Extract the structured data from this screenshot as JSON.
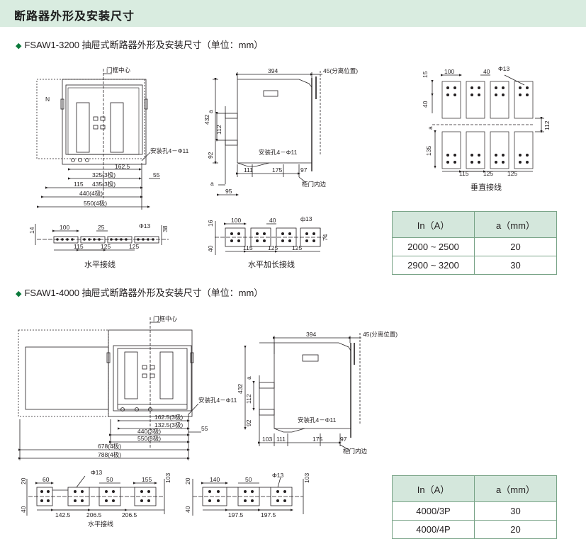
{
  "header": {
    "title": "断路器外形及安装尺寸"
  },
  "section1": {
    "title": "FSAW1-3200 抽屉式断路器外形及安装尺寸（单位：mm）",
    "front": {
      "door_center": "门框中心",
      "n_label": "N",
      "mount_hole": "安装孔4－Φ11",
      "d162": "162.5",
      "d325": "325(3极)",
      "d55": "55",
      "d115": "115",
      "d435": "435(3极)",
      "d440": "440(4极)",
      "d550": "550(4极)"
    },
    "side": {
      "d394": "394",
      "d45": "45(分离位置)",
      "d432": "432",
      "da": "a",
      "d112": "112",
      "d92": "92",
      "mount_hole": "安装孔4－Φ11",
      "d111": "111",
      "d175": "175",
      "d97": "97",
      "d95": "95",
      "cabinet_edge": "柜门内边"
    },
    "vertical": {
      "d15": "15",
      "d100": "100",
      "d40a": "40",
      "phi13": "Φ13",
      "d40b": "40",
      "da": "a",
      "d112": "112",
      "d135": "135",
      "d115": "115",
      "d125a": "125",
      "d125b": "125",
      "caption": "垂直接线"
    },
    "horizontal": {
      "d14": "14",
      "d100": "100",
      "d25": "25",
      "phi13": "Φ13",
      "d38": "38",
      "d115": "115",
      "d125a": "125",
      "d125b": "125",
      "caption": "水平接线"
    },
    "horizontal_ext": {
      "d16": "16",
      "d100": "100",
      "d40": "40",
      "phi13": "ф13",
      "d40b": "40",
      "d115": "115",
      "d125a": "125",
      "d125b": "125",
      "d74": "74",
      "caption": "水平加长接线"
    },
    "table": {
      "col1": "In（A）",
      "col2": "a（mm）",
      "rows": [
        {
          "in": "2000 ~ 2500",
          "a": "20"
        },
        {
          "in": "2900 ~ 3200",
          "a": "30"
        }
      ]
    }
  },
  "section2": {
    "title": "FSAW1-4000 抽屉式断路器外形及安装尺寸（单位：mm）",
    "front": {
      "door_center": "门框中心",
      "mount_hole": "安装孔4－Φ11",
      "d162": "162.5(3极)",
      "d132": "132.5(3极)",
      "d55": "55",
      "d440": "440(3极)",
      "d550": "550(3极)",
      "d678": "678(4极)",
      "d788": "788(4极)"
    },
    "side": {
      "d394": "394",
      "d45": "45(分离位置)",
      "d432": "432",
      "da": "a",
      "d112": "112",
      "d92": "92",
      "mount_hole": "安装孔4－Φ11",
      "d103": "103",
      "d111": "111",
      "d175": "175",
      "d97": "97",
      "cabinet_edge": "柜门内边"
    },
    "horizontal": {
      "d20": "20",
      "d60": "60",
      "phi13": "Φ13",
      "d50": "50",
      "d155": "155",
      "d103": "103",
      "d40": "40",
      "d142": "142.5",
      "d206a": "206.5",
      "d206b": "206.5",
      "caption": "水平接线"
    },
    "vertical": {
      "d20": "20",
      "d140": "140",
      "d50": "50",
      "phi13": "Φ13",
      "d103": "103",
      "d40": "40",
      "d197a": "197.5",
      "d197b": "197.5"
    },
    "table": {
      "col1": "In（A）",
      "col2": "a（mm）",
      "rows": [
        {
          "in": "4000/3P",
          "a": "30"
        },
        {
          "in": "4000/4P",
          "a": "20"
        }
      ]
    }
  }
}
